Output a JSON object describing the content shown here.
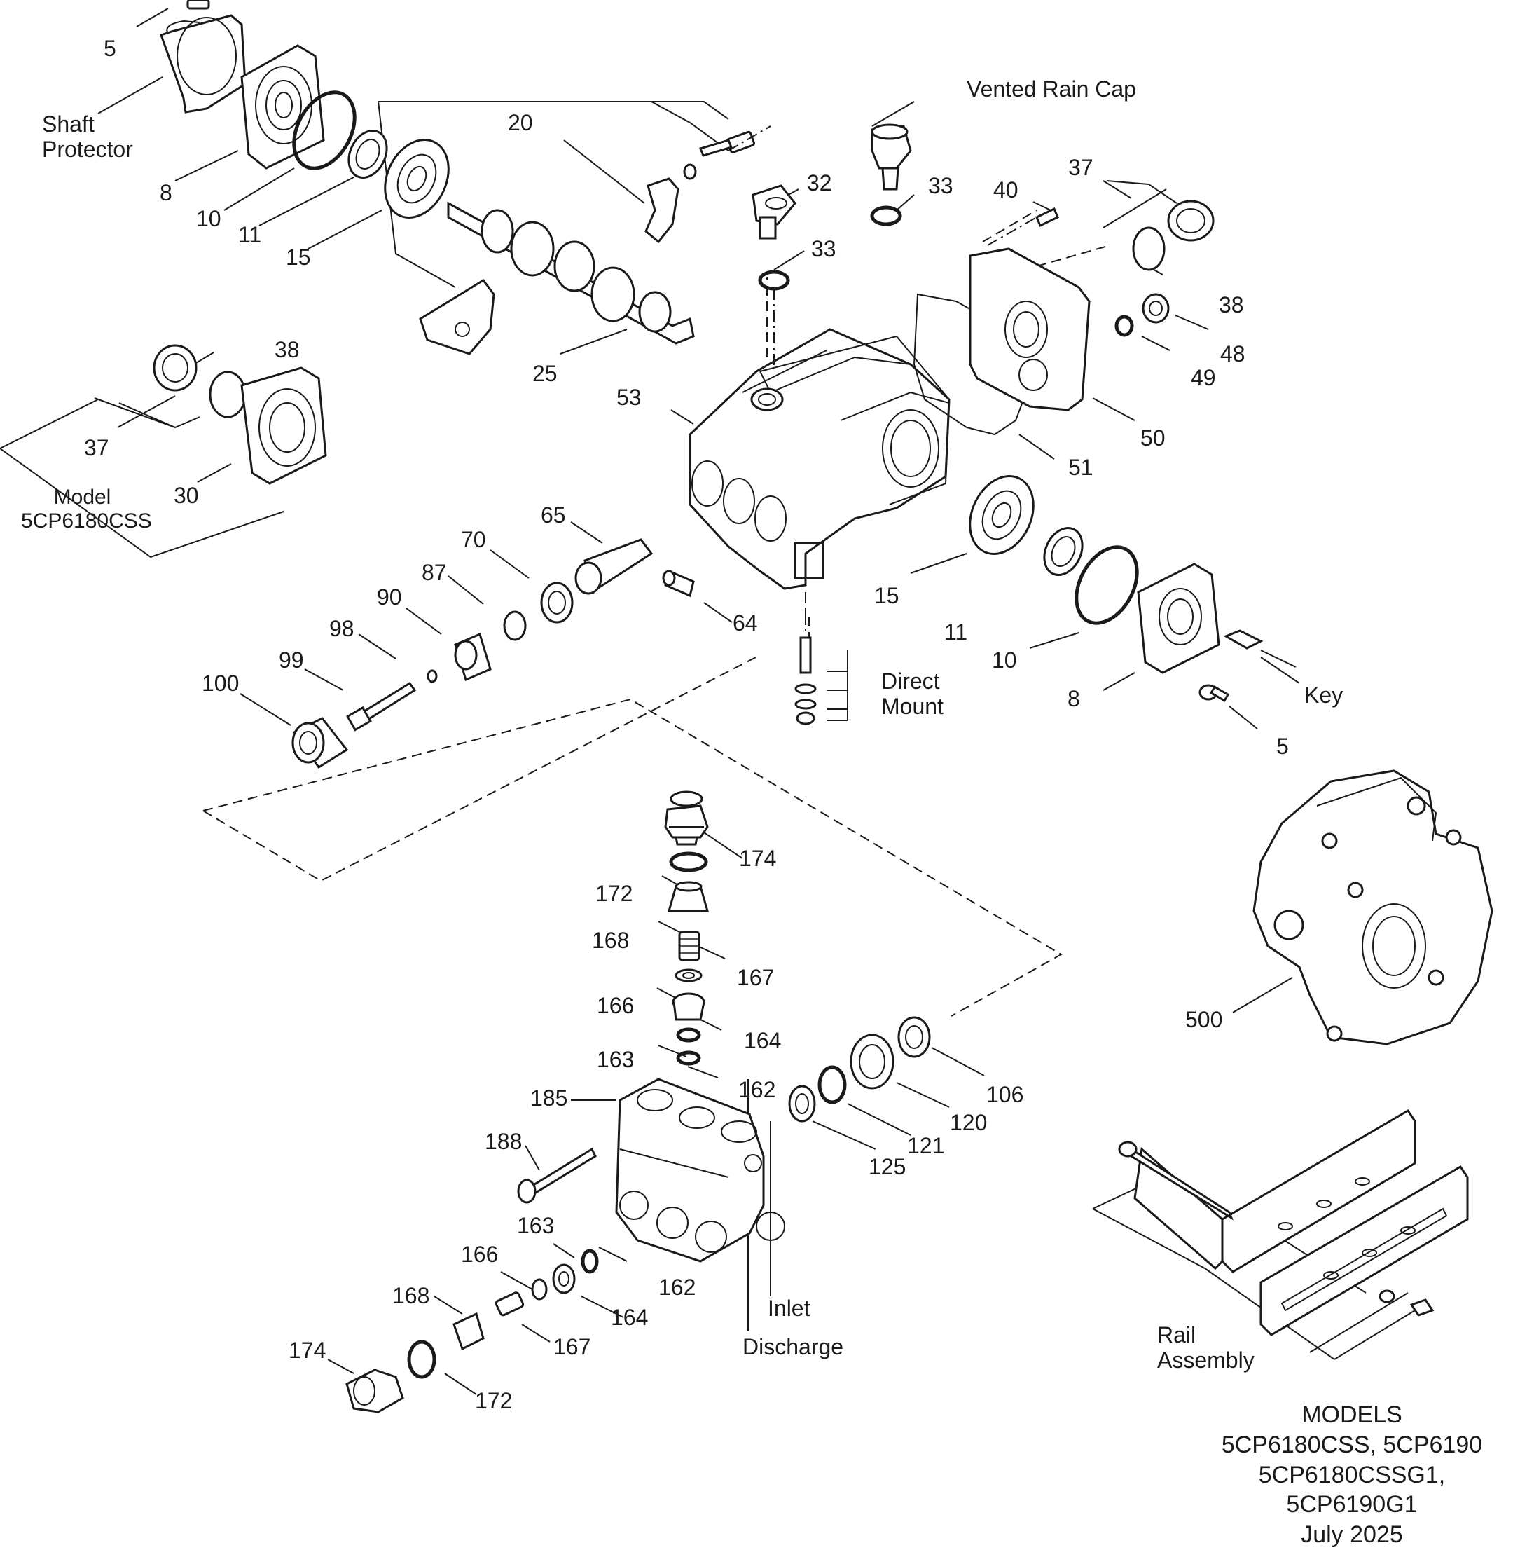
{
  "labels": {
    "5_top": "5",
    "shaft_protector": "Shaft\nProtector",
    "8_top": "8",
    "10_top": "10",
    "11_top": "11",
    "15_top": "15",
    "20": "20",
    "25": "25",
    "vented_rain_cap": "Vented Rain Cap",
    "32": "32",
    "33_a": "33",
    "33_b": "33",
    "40": "40",
    "37_right": "37",
    "38_right": "38",
    "48": "48",
    "49": "49",
    "50": "50",
    "51": "51",
    "53": "53",
    "38_left": "38",
    "37_left": "37",
    "30": "30",
    "model_css": "Model\n5CP6180CSS",
    "65": "65",
    "70": "70",
    "87": "87",
    "90": "90",
    "98": "98",
    "99": "99",
    "100": "100",
    "64": "64",
    "15_bottom": "15",
    "11_bottom": "11",
    "10_bottom": "10",
    "8_bottom": "8",
    "key": "Key",
    "5_bottom": "5",
    "direct_mount": "Direct\nMount",
    "174_top": "174",
    "172_top": "172",
    "168_top": "168",
    "167_top": "167",
    "166_top": "166",
    "164_top": "164",
    "163_top": "163",
    "162_top": "162",
    "185": "185",
    "188": "188",
    "106": "106",
    "120": "120",
    "121": "121",
    "125": "125",
    "163_bot": "163",
    "166_bot": "166",
    "162_bot": "162",
    "168_bot": "168",
    "164_bot": "164",
    "167_bot": "167",
    "174_bot": "174",
    "172_bot": "172",
    "inlet": "Inlet",
    "discharge": "Discharge",
    "500": "500",
    "rail_assembly": "Rail\nAssembly"
  },
  "models_block": {
    "heading": "MODELS",
    "line1": "5CP6180CSS, 5CP6190",
    "line2": "5CP6180CSSG1, 5CP6190G1",
    "date": "July 2025"
  }
}
